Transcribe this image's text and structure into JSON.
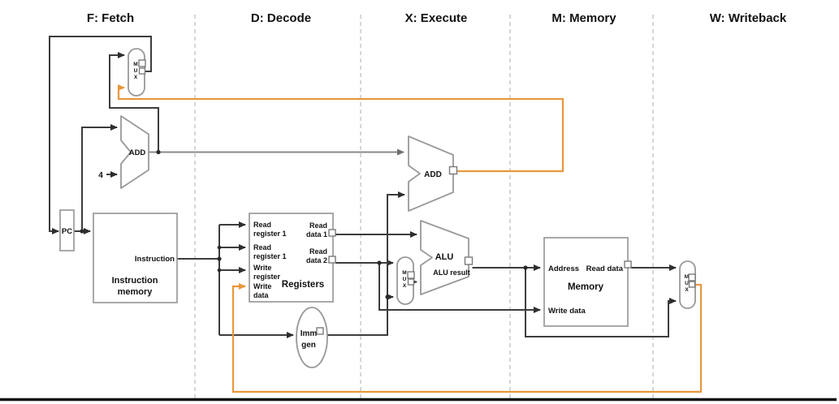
{
  "diagram": {
    "stage_headers": [
      "F: Fetch",
      "D: Decode",
      "X: Execute",
      "M: Memory",
      "W: Writeback"
    ],
    "mux_letters": [
      "M",
      "U",
      "X"
    ],
    "blocks": {
      "pc": {
        "label": "PC"
      },
      "instruction_memory": {
        "title_line1": "Instruction",
        "title_line2": "memory",
        "output_port": "Instruction"
      },
      "pc_adder": {
        "label": "ADD",
        "increment_input": "4"
      },
      "registers": {
        "title": "Registers",
        "in_read_reg1_l1": "Read",
        "in_read_reg1_l2": "register 1",
        "in_read_reg2_l1": "Read",
        "in_read_reg2_l2": "register 1",
        "in_write_reg_l1": "Write",
        "in_write_reg_l2": "register",
        "in_write_data_l1": "Write",
        "in_write_data_l2": "data",
        "out_read_data1_l1": "Read",
        "out_read_data1_l2": "data 1",
        "out_read_data2_l1": "Read",
        "out_read_data2_l2": "data 2"
      },
      "imm_gen": {
        "line1": "Imm",
        "line2": "gen"
      },
      "branch_adder": {
        "label": "ADD"
      },
      "alu": {
        "label": "ALU",
        "output_label": "ALU result"
      },
      "data_memory": {
        "title": "Memory",
        "in_address": "Address",
        "in_write_data": "Write data",
        "out_read_data": "Read data"
      }
    },
    "colors": {
      "wire": "#3d3d3d",
      "wire_gray": "#8a8a8a",
      "wire_orange": "#e8973c",
      "block_border": "#9a9a9a",
      "separator": "#c4c4c4",
      "text": "#111111"
    }
  }
}
